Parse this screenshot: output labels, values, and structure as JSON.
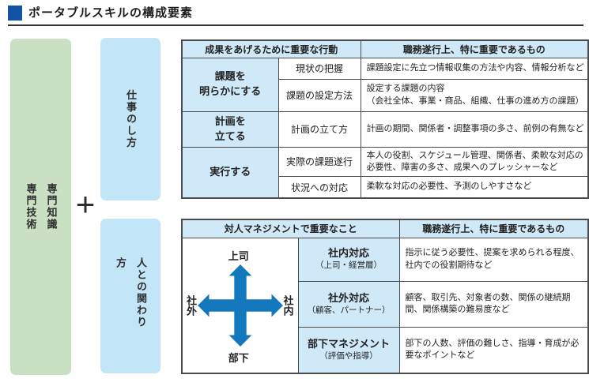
{
  "page": {
    "title": "ポータブルスキルの構成要素"
  },
  "left_panel": {
    "expertise": "専門知識\n専門技術",
    "plus": "+",
    "work_style": "仕事のし方",
    "people_style": "人との関わり方"
  },
  "work_table": {
    "col_header_left": "成果をあげるために重要な行動",
    "col_header_right": "職務遂行上、特に重要であるもの",
    "groups": {
      "clarify": "課題を\n明らかにする",
      "plan": "計画を\n立てる",
      "execute": "実行する"
    },
    "rows": [
      {
        "item": "現状の把握",
        "desc": "課題設定に先立つ情報収集の方法や内容、情報分析など"
      },
      {
        "item": "課題の設定方法",
        "desc": "設定する課題の内容\n（会社全体、事業・商品、組織、仕事の進め方の課題）"
      },
      {
        "item": "計画の立て方",
        "desc": "計画の期間、関係者・調整事項の多さ、前例の有無など"
      },
      {
        "item": "実際の課題遂行",
        "desc": "本人の役割、スケジュール管理、関係者、柔軟な対応の必要性、障害の多さ、成果へのプレッシャーなど"
      },
      {
        "item": "状況への対応",
        "desc": "柔軟な対応の必要性、予測のしやすさなど"
      }
    ]
  },
  "people_table": {
    "col_header_left": "対人マネジメントで重要なこと",
    "col_header_right": "職務遂行上、特に重要であるもの",
    "cross": {
      "top": "上司",
      "bottom": "部下",
      "left": "社外",
      "right": "社内"
    },
    "rows": [
      {
        "item": "社内対応",
        "sub": "（上司・経営層）",
        "desc": "指示に従う必要性、提案を求められる程度、社内での役割期待など"
      },
      {
        "item": "社外対応",
        "sub": "（顧客、パートナー）",
        "desc": "顧客、取引先、対象者の数、関係の継続期間、関係構築の難易度など"
      },
      {
        "item": "部下マネジメント",
        "sub": "（評価や指導）",
        "desc": "部下の人数、評価の難しさ、指導・育成が必要なポイントなど"
      }
    ]
  },
  "colors": {
    "accent_blue": "#1353a5",
    "bar_green": "#c9e0c3",
    "bar_blue": "#c3e5f8",
    "cell_blue": "#cfe9f8",
    "arrow_blue": "#1478be",
    "border_dark": "#4a4a4a",
    "title_rule": "#35353f"
  }
}
